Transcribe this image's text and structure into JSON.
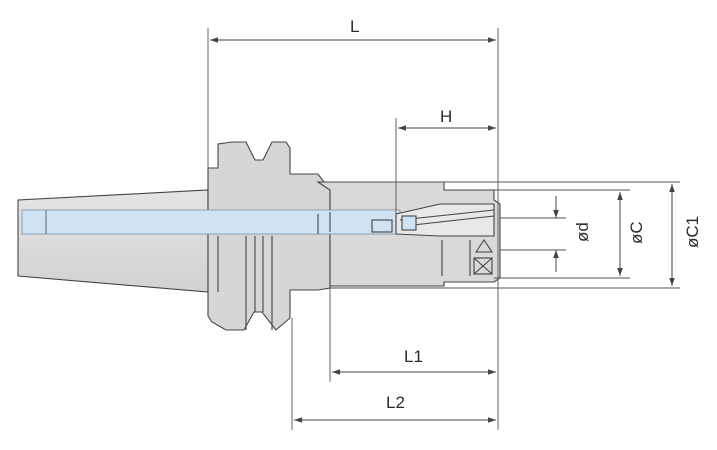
{
  "drawing": {
    "title": "",
    "labels": {
      "L": "L",
      "H": "H",
      "L1": "L1",
      "L2": "L2",
      "d": "ød",
      "C": "øC",
      "C1": "øC1"
    },
    "colors": {
      "body_fill": "#d9d9d9",
      "body_shade": "#cfcfcf",
      "bore_fill": "#cfe3f2",
      "line": "#444444"
    }
  }
}
